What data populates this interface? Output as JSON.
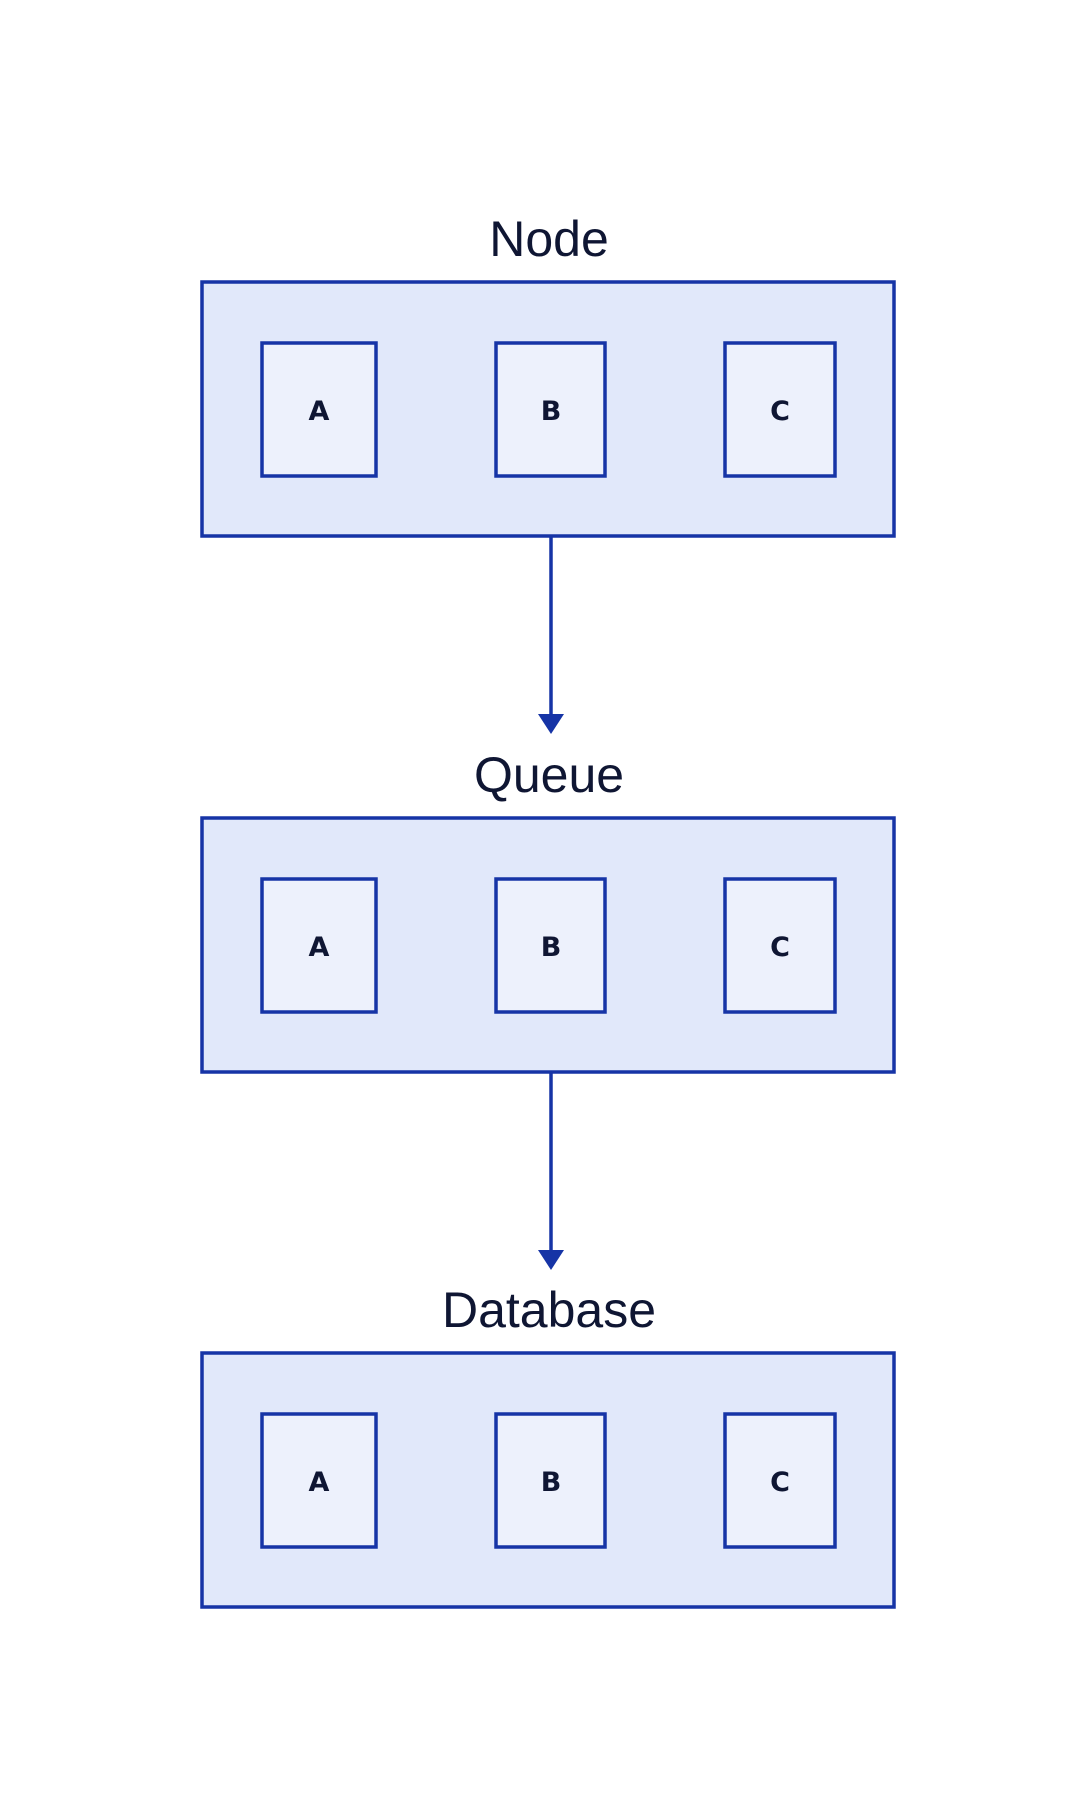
{
  "colors": {
    "stroke": "#1634a6",
    "group_fill": "#e1e8fa",
    "item_fill": "#edf1fc",
    "text": "#0f1633",
    "background": "#ffffff"
  },
  "groups": [
    {
      "id": "node",
      "title": "Node",
      "items": [
        "A",
        "B",
        "C"
      ]
    },
    {
      "id": "queue",
      "title": "Queue",
      "items": [
        "A",
        "B",
        "C"
      ]
    },
    {
      "id": "database",
      "title": "Database",
      "items": [
        "A",
        "B",
        "C"
      ]
    }
  ],
  "connections": [
    {
      "from": "node",
      "to": "queue"
    },
    {
      "from": "queue",
      "to": "database"
    }
  ]
}
